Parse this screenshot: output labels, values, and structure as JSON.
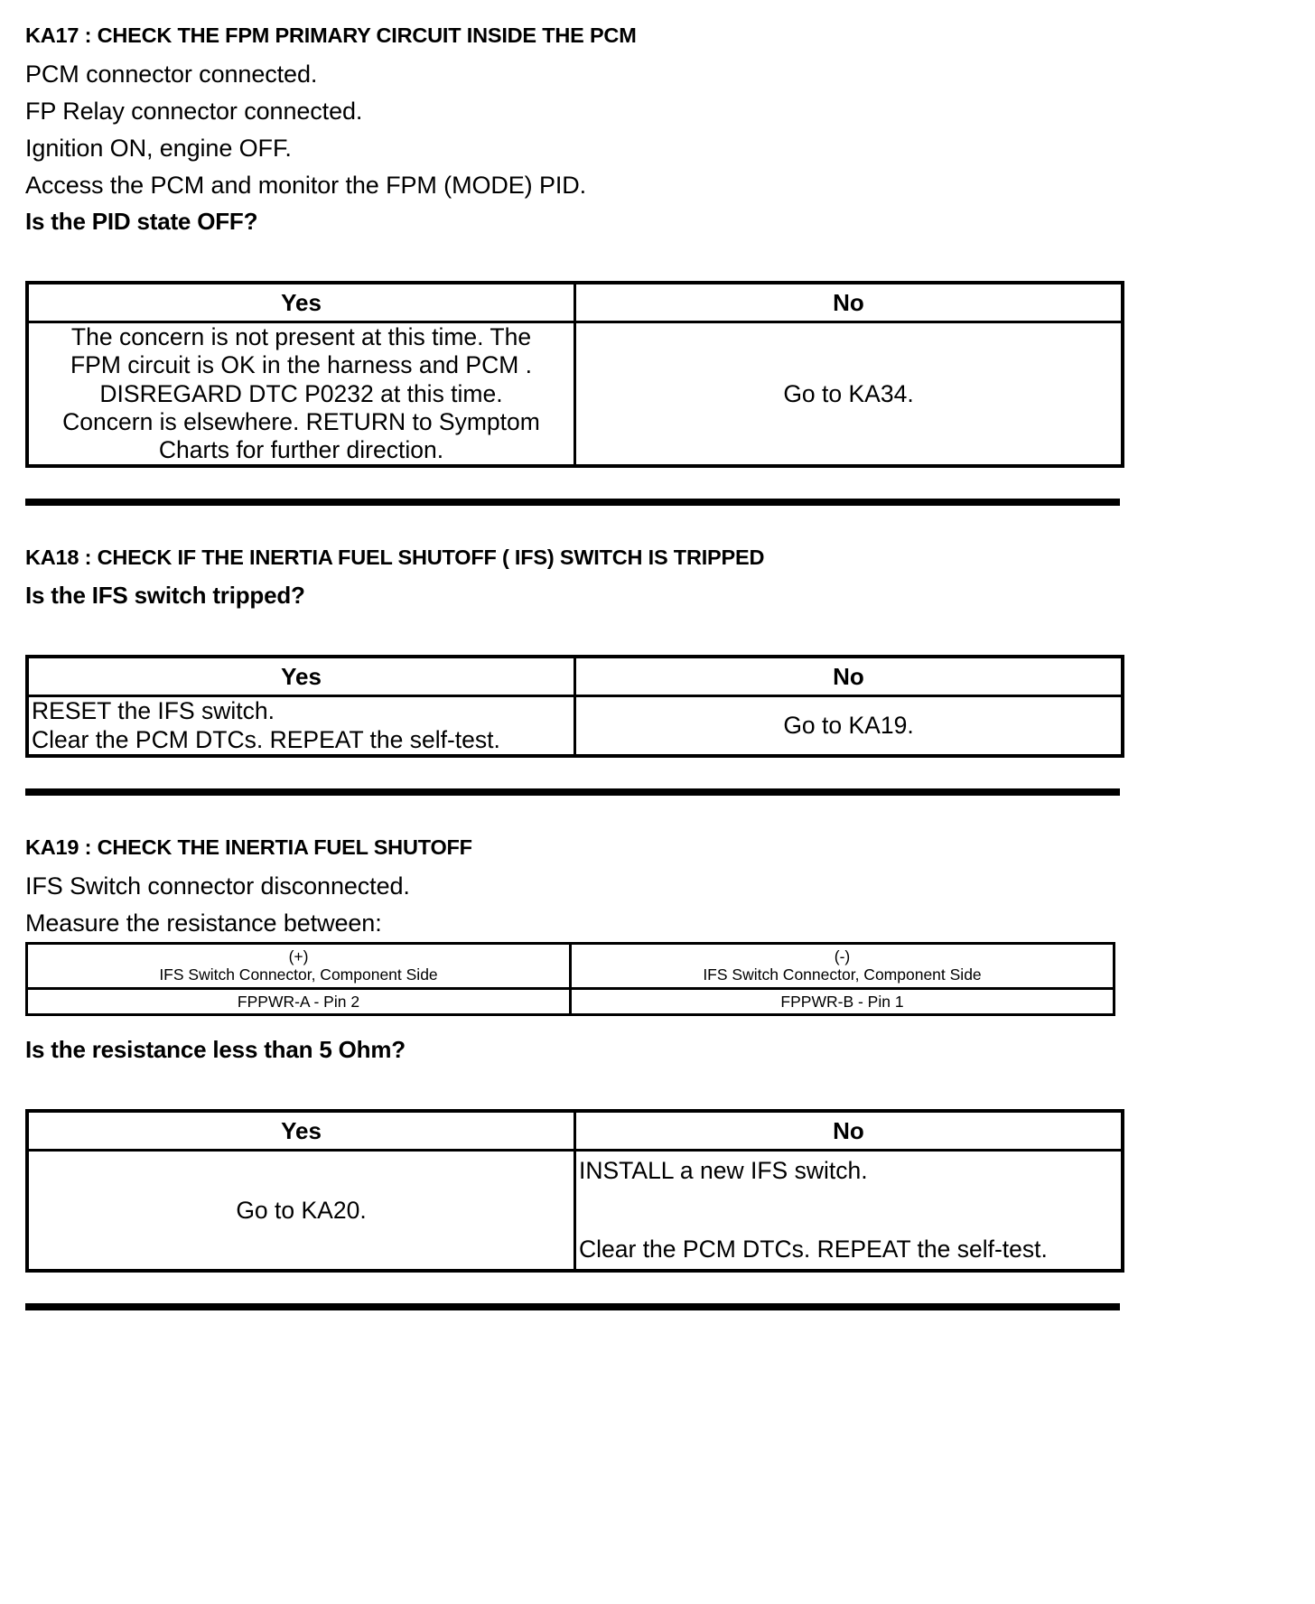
{
  "document": {
    "type": "automotive-diagnostic-pinpoint-test"
  },
  "sections": [
    {
      "id": "KA17",
      "heading": "KA17 : CHECK THE FPM PRIMARY CIRCUIT INSIDE THE PCM",
      "body_lines": [
        "PCM connector connected.",
        "FP Relay connector connected.",
        "Ignition ON, engine OFF.",
        "Access the PCM and monitor the  FPM (MODE) PID."
      ],
      "question": "Is the PID state OFF?",
      "table": {
        "headers": {
          "yes": "Yes",
          "no": "No"
        },
        "yes_lines": [
          "The concern is not present at this time. The",
          "FPM circuit is OK in the harness and PCM .",
          "DISREGARD DTC P0232 at this time.",
          "Concern is elsewhere. RETURN to Symptom",
          "Charts for further direction."
        ],
        "no_lines": [
          "Go to KA34."
        ]
      }
    },
    {
      "id": "KA18",
      "heading": "KA18 : CHECK IF THE INERTIA FUEL SHUTOFF ( IFS) SWITCH IS TRIPPED",
      "body_lines": [],
      "question": "Is the IFS switch tripped?",
      "table": {
        "headers": {
          "yes": "Yes",
          "no": "No"
        },
        "yes_lines": [
          "RESET the IFS switch.",
          "Clear the PCM DTCs. REPEAT the self-test."
        ],
        "no_lines": [
          "Go to KA19."
        ]
      }
    },
    {
      "id": "KA19",
      "heading": "KA19 : CHECK THE INERTIA FUEL SHUTOFF",
      "body_lines": [
        "IFS Switch connector disconnected.",
        "Measure the resistance between:"
      ],
      "measurement_table": {
        "positive": {
          "polarity": "(+)",
          "connector": "IFS Switch Connector, Component Side",
          "pin": "FPPWR-A - Pin 2"
        },
        "negative": {
          "polarity": "(-)",
          "connector": "IFS Switch Connector, Component Side",
          "pin": "FPPWR-B - Pin 1"
        }
      },
      "question": "Is the resistance less than 5 Ohm?",
      "table": {
        "headers": {
          "yes": "Yes",
          "no": "No"
        },
        "yes_lines": [
          "Go to KA20."
        ],
        "no_lines_top": [
          "INSTALL a new IFS switch."
        ],
        "no_lines_bottom": [
          "Clear the PCM DTCs. REPEAT the self-test."
        ]
      }
    }
  ]
}
